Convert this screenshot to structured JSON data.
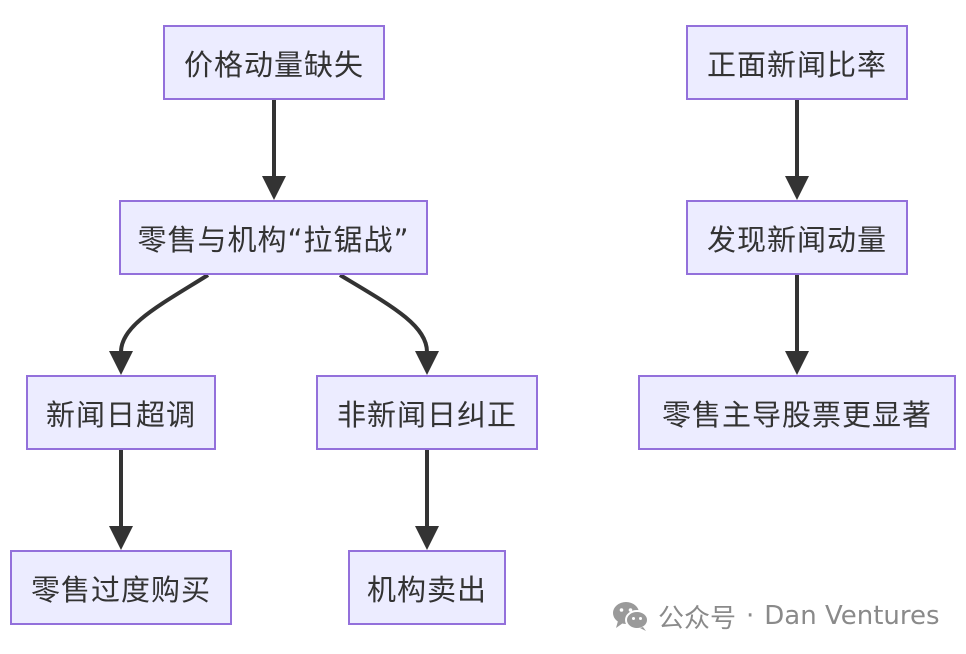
{
  "nodes": {
    "n1": "价格动量缺失",
    "n2": "零售与机构“拉锯战”",
    "n3": "新闻日超调",
    "n4": "非新闻日纠正",
    "n5": "零售过度购买",
    "n6": "机构卖出",
    "n7": "正面新闻比率",
    "n8": "发现新闻动量",
    "n9": "零售主导股票更显著"
  },
  "watermark": {
    "platform": "公众号",
    "separator": "·",
    "account": "Dan Ventures"
  },
  "colors": {
    "node_fill": "#ECECFF",
    "node_border": "#9370DB",
    "edge": "#333333",
    "text": "#333333",
    "watermark": "#8a8a8a"
  }
}
